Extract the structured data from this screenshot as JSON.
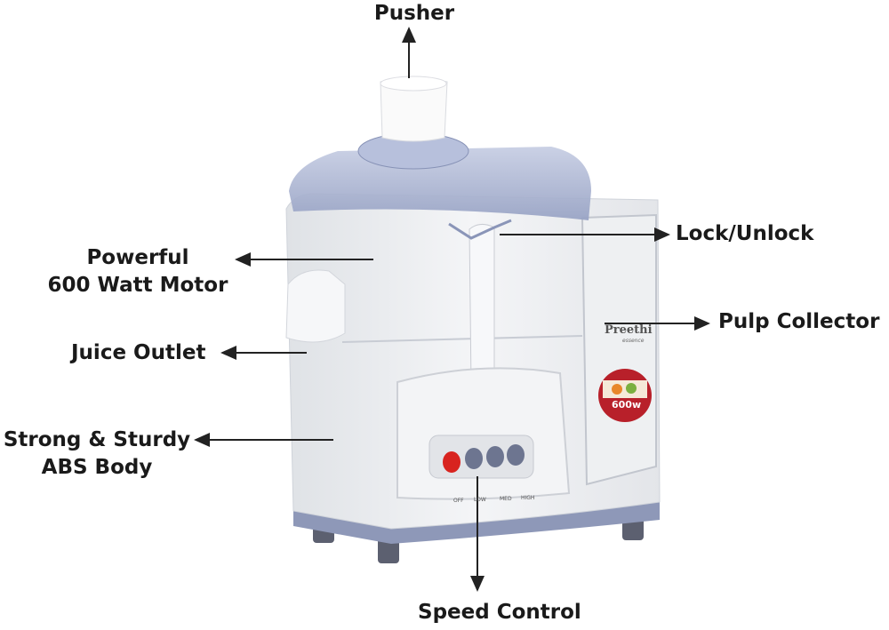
{
  "labels": {
    "pusher": "Pusher",
    "lock_unlock": "Lock/Unlock",
    "motor_line1": "Powerful",
    "motor_line2": "600 Watt Motor",
    "pulp_collector": "Pulp Collector",
    "juice_outlet": "Juice Outlet",
    "body_line1": "Strong & Sturdy",
    "body_line2": "ABS Body",
    "speed_control": "Speed Control"
  },
  "product": {
    "brand": "Preethi",
    "sub_brand": "essence",
    "badge_power": "600w",
    "speed_settings": [
      "OFF",
      "LOW",
      "MED",
      "HIGH"
    ]
  },
  "colors": {
    "body": "#eceef0",
    "lid": "#a9b3d0",
    "base": "#8e98b8",
    "off_button": "#d8231f",
    "speed_button": "#6d7590",
    "badge": "#b8202a"
  }
}
